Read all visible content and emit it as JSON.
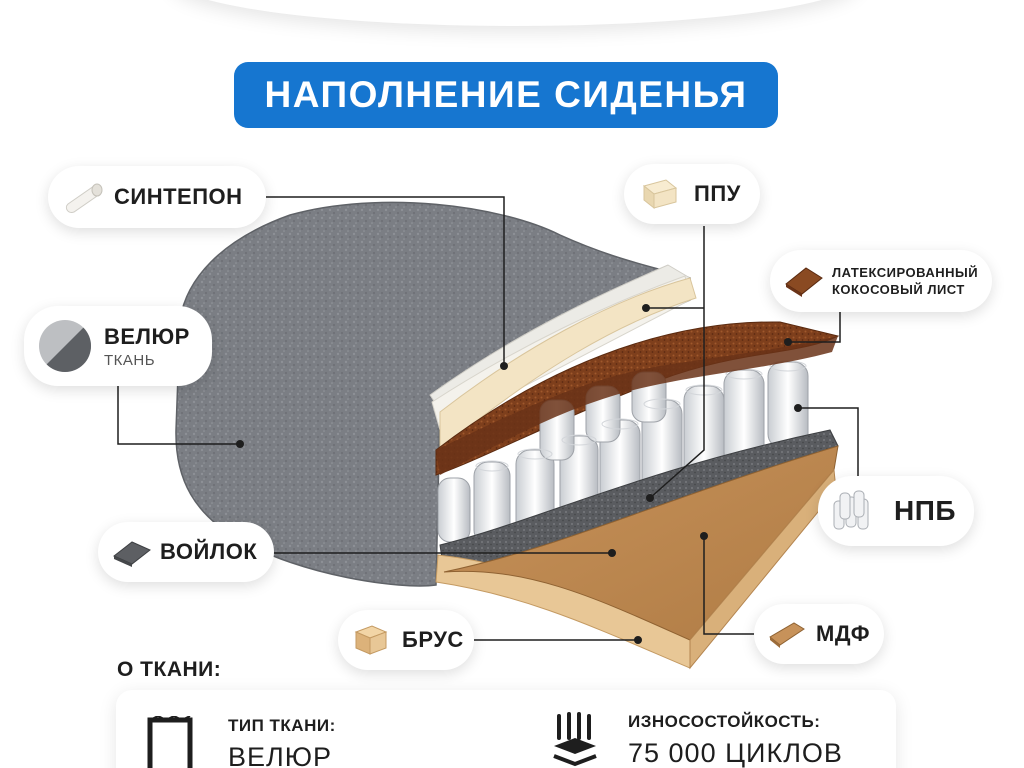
{
  "title": "НАПОЛНЕНИЕ СИДЕНЬЯ",
  "labels": {
    "sintepon": "СИНТЕПОН",
    "ppu": "ППУ",
    "latex_line1": "ЛАТЕКСИРОВАННЫЙ",
    "latex_line2": "КОКОСОВЫЙ ЛИСТ",
    "velour": "ВЕЛЮР",
    "velour_sub": "ТКАНЬ",
    "npb": "НПБ",
    "voylok": "ВОЙЛОК",
    "brus": "БРУС",
    "mdf": "МДФ"
  },
  "fabric": {
    "heading": "О ТКАНИ:",
    "type_label": "ТИП ТКАНИ:",
    "type_value": "ВЕЛЮР",
    "wear_label": "ИЗНОСОСТОЙКОСТЬ:",
    "wear_value": "75 000 ЦИКЛОВ"
  },
  "icons": [
    "roll-icon",
    "foam-block-icon",
    "coconut-sheet-icon",
    "fabric-swatch-icon",
    "spring-block-icon",
    "felt-icon",
    "wood-block-icon",
    "mdf-sheet-icon",
    "fabric-frame-icon",
    "wear-layers-icon"
  ],
  "colors": {
    "accent": "#1676d0",
    "fabric_gray": "#7a7d82",
    "coconut_brown": "#8a4a22",
    "foam_cream": "#f3e4c4",
    "wood": "#e6c08f"
  }
}
